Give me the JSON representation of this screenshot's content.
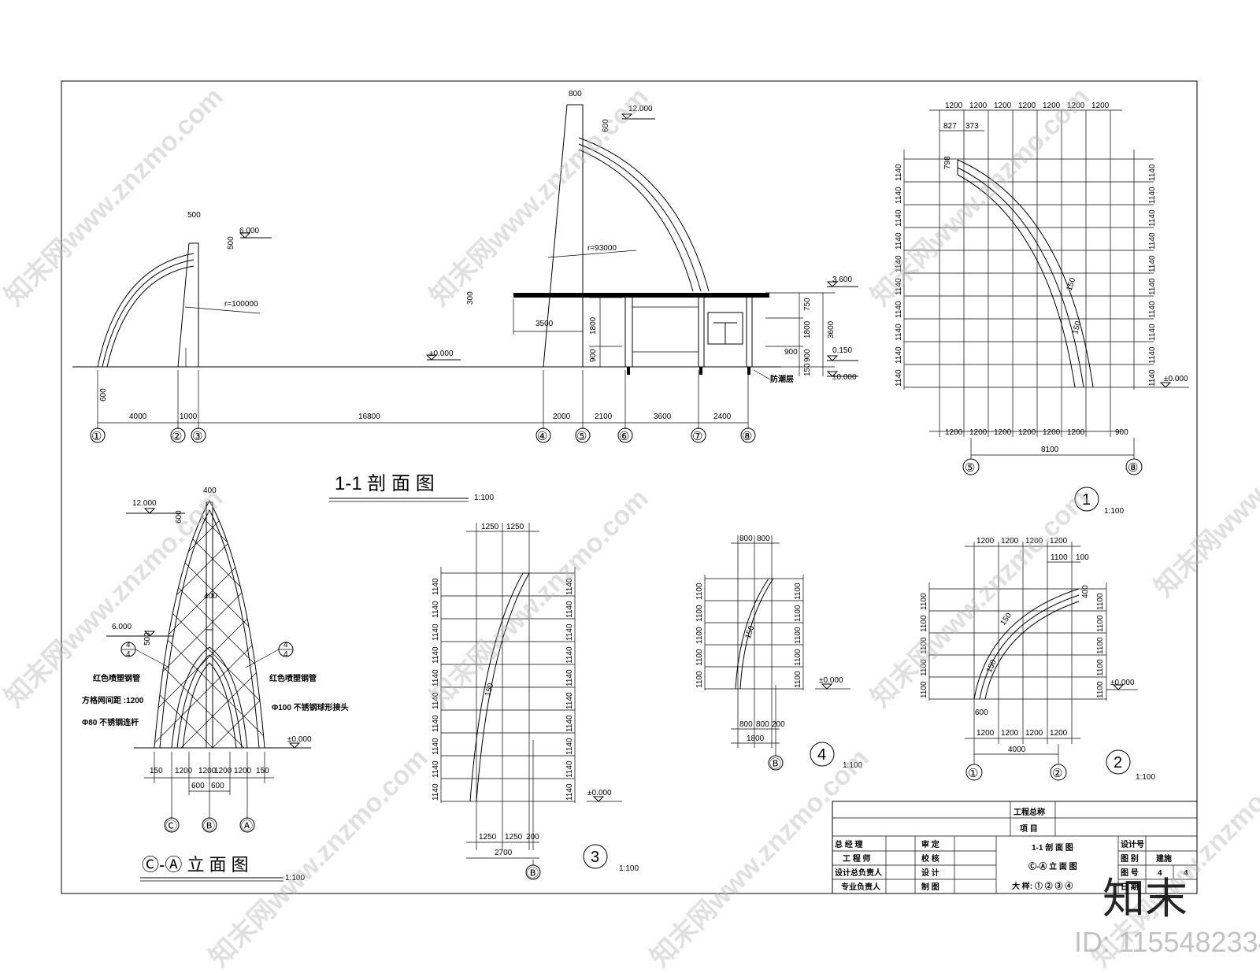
{
  "main_section": {
    "title": "1-1  剖 面 图",
    "scale": "1:100",
    "elevations": [
      "12.000",
      "6.000",
      "3.600",
      "0.150",
      "±0.000",
      "±0.000"
    ],
    "radius_labels": [
      "r=100000",
      "r=93000"
    ],
    "dims_top": [
      "500",
      "800",
      "500",
      "600",
      "300",
      "750",
      "1800",
      "900",
      "3600",
      "900",
      "150",
      "1800",
      "3500",
      "900",
      "600"
    ],
    "dims_bottom": [
      "4000",
      "1000",
      "16800",
      "2000",
      "2100",
      "3600",
      "2400"
    ],
    "axes": [
      "①",
      "②",
      "③",
      "④",
      "⑤",
      "⑥",
      "⑦",
      "⑧"
    ],
    "moisture_label": "防潮层"
  },
  "elevation_ca": {
    "title": "Ⓒ-Ⓐ 立 面 图",
    "scale": "1:100",
    "elevations": [
      "12.000",
      "6.000",
      "±0.000"
    ],
    "dims": [
      "400",
      "600",
      "400",
      "500",
      "150",
      "1200",
      "1200",
      "1200",
      "1200",
      "150",
      "600",
      "600"
    ],
    "callouts": [
      "4",
      "4",
      "4",
      "4"
    ],
    "notes_left": [
      "红色喷塑钢管",
      "方格网间距 :1200",
      "Φ80 不锈钢连杆"
    ],
    "notes_right": [
      "红色喷塑钢管",
      "Φ100 不锈钢球形接头"
    ],
    "axes": [
      "Ⓒ",
      "Ⓑ",
      "Ⓐ"
    ]
  },
  "detail_1": {
    "label": "1",
    "scale": "1:100",
    "top_dims": [
      "1200",
      "1200",
      "1200",
      "1200",
      "1200",
      "1200",
      "1200"
    ],
    "sub_dims": [
      "827",
      "373"
    ],
    "side_dim": "1140",
    "small_dim": "798",
    "bottom_dims": [
      "1200",
      "1200",
      "1200",
      "1200",
      "1200",
      "1200",
      "900"
    ],
    "total": "8100",
    "arc_labels": [
      "150",
      "150"
    ],
    "elevation": "±0.000",
    "axes": [
      "⑤",
      "⑧"
    ]
  },
  "detail_2": {
    "label": "2",
    "scale": "1:100",
    "top_dims": [
      "1200",
      "1200",
      "1200",
      "1200"
    ],
    "sub_dims": [
      "1100",
      "100"
    ],
    "side_dim": "1100",
    "bottom_dims": [
      "1200",
      "1200",
      "1200",
      "1200"
    ],
    "total": "4000",
    "small_dims": [
      "600",
      "400"
    ],
    "arc_labels": [
      "150",
      "150"
    ],
    "elevation": "±0.000",
    "axes": [
      "①",
      "②"
    ]
  },
  "detail_3": {
    "label": "3",
    "scale": "1:100",
    "top_dims": [
      "1250",
      "1250"
    ],
    "side_dim": "1140",
    "bottom_dims": [
      "1250",
      "1250",
      "200"
    ],
    "total": "2700",
    "arc_label": "150",
    "elevation": "±0.000",
    "axis": "Ⓑ"
  },
  "detail_4": {
    "label": "4",
    "scale": "1:100",
    "top_dims": [
      "800",
      "800"
    ],
    "side_dim": "1100",
    "bottom_dims": [
      "800",
      "800",
      "200"
    ],
    "total": "1800",
    "arc_label": "150",
    "elevation": "±0.000",
    "axis": "Ⓑ"
  },
  "title_block": {
    "top_label": "工程总称",
    "project_label": "项    目",
    "roles_left": [
      "总 经 理",
      "工 程 师",
      "设计总负责人",
      "专业负责人"
    ],
    "roles_mid": [
      "审    定",
      "校    核",
      "设    计",
      "制    图"
    ],
    "drawing_names": [
      "1-1 剖 面 图",
      "Ⓒ-Ⓐ 立 面 图",
      "大 样: ① ② ③ ④"
    ],
    "right_labels": [
      "设计号",
      "图 别",
      "图 号",
      "日 期"
    ],
    "right_values": [
      "",
      "建施",
      "4",
      ""
    ],
    "extra": "4"
  },
  "watermark": {
    "site": "知末网www.znzmo.com",
    "logo": "知末",
    "id": "ID: 1155482334"
  }
}
